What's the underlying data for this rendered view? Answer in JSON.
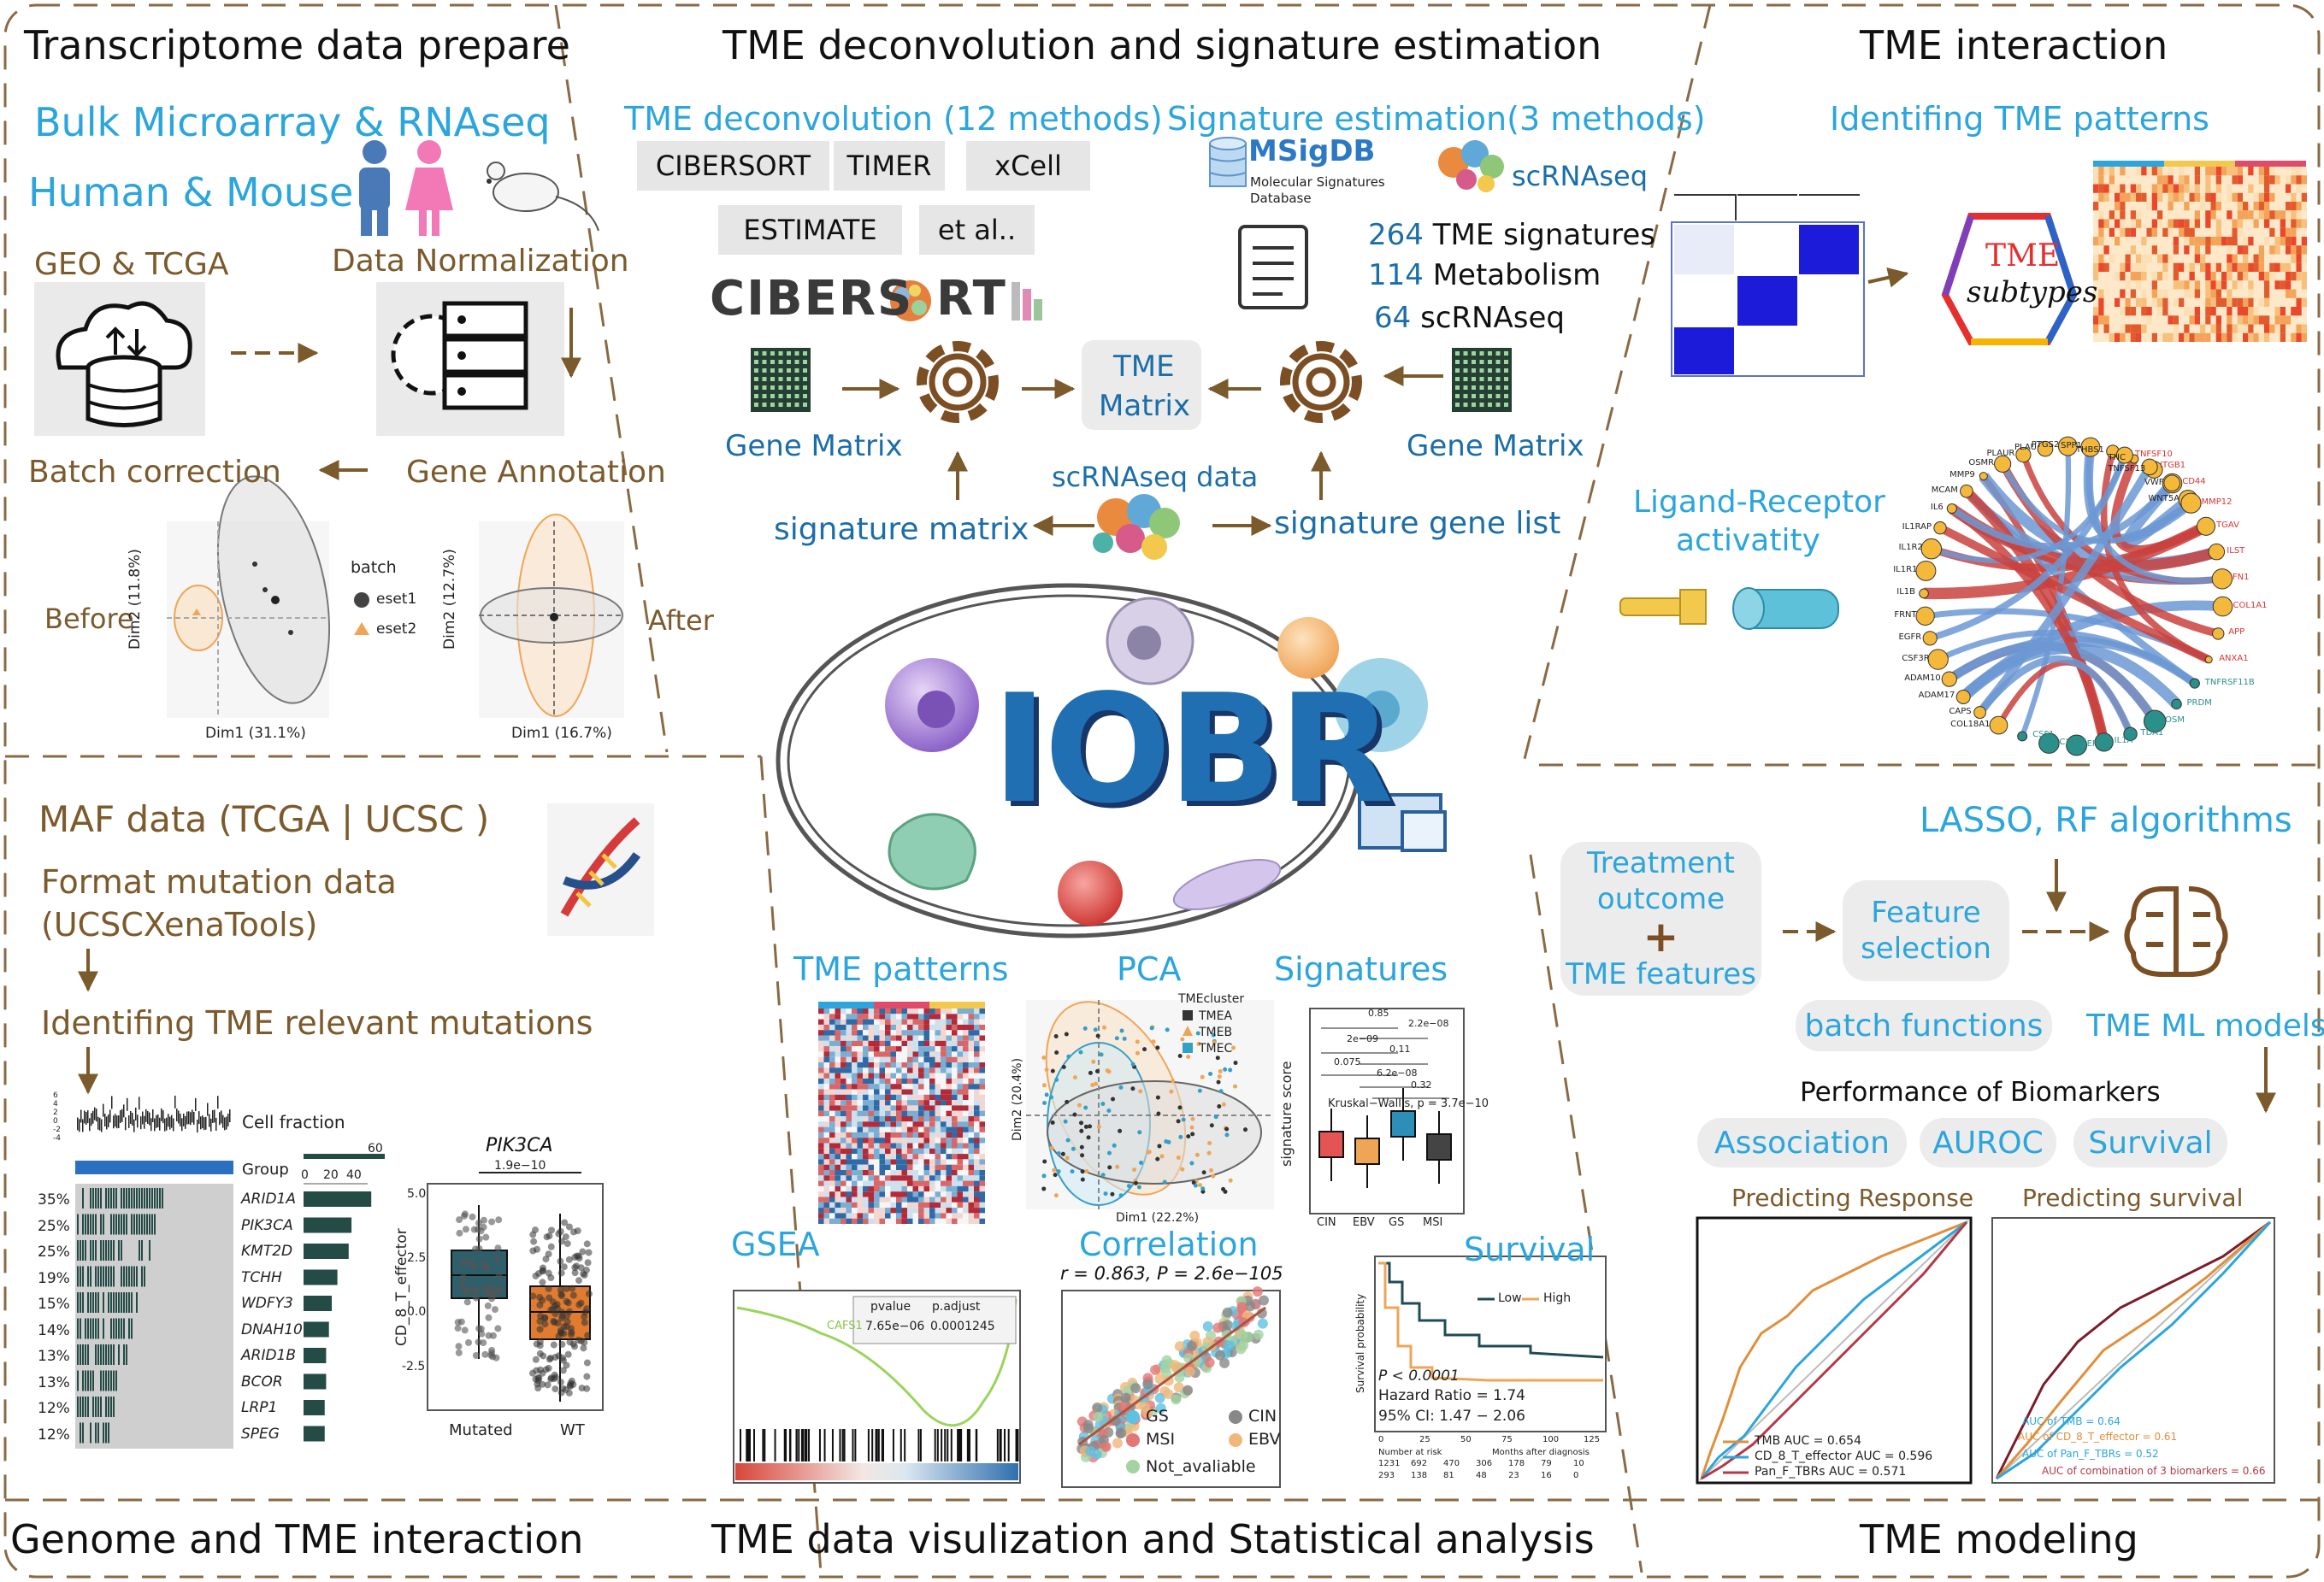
{
  "sections": {
    "transcriptome": "Transcriptome data prepare",
    "deconvolution": "TME deconvolution and signature estimation",
    "interaction": "TME interaction",
    "genome": "Genome and TME interaction",
    "visualization": "TME data visulization and Statistical analysis",
    "modeling": "TME modeling"
  },
  "transcriptome": {
    "bulk": "Bulk Microarray & RNAseq",
    "species": "Human & Mouse",
    "geo": "GEO & TCGA",
    "normalization": "Data Normalization",
    "batch": "Batch correction",
    "annotation": "Gene Annotation",
    "before": "Before",
    "after": "After",
    "pca_before": {
      "xlab": "Dim1 (31.1%)",
      "ylab": "Dim2 (11.8%)"
    },
    "pca_after": {
      "xlab": "Dim1 (16.7%)",
      "ylab": "Dim2 (12.7%)"
    },
    "legend": {
      "title": "batch",
      "items": [
        "eset1",
        "eset2"
      ]
    }
  },
  "deconvolution": {
    "methods_title": "TME deconvolution (12 methods)",
    "methods": [
      "CIBERSORT",
      "TIMER",
      "xCell",
      "ESTIMATE",
      "et al.."
    ],
    "cibersort_logo": "CIBERS",
    "cibersort_logo2": "RT",
    "sig_title": "Signature estimation(3 methods)",
    "msigdb": "MSigDB",
    "msigdb_sub1": "Molecular Signatures",
    "msigdb_sub2": "Database",
    "scrnaseq": "scRNAseq",
    "counts": [
      {
        "n": "264",
        "label": "TME signatures"
      },
      {
        "n": "114",
        "label": "Metabolism"
      },
      {
        "n": "64",
        "label": "scRNAseq"
      }
    ],
    "gene_matrix": "Gene Matrix",
    "tme_matrix_1": "TME",
    "tme_matrix_2": "Matrix",
    "scrnaseq_data": "scRNAseq data",
    "signature_matrix": "signature matrix",
    "signature_gene_list": "signature gene list"
  },
  "interaction": {
    "patterns": "Identifing TME patterns",
    "tme_subtypes_1": "TME",
    "tme_subtypes_2": "subtypes",
    "ligand_1": "Ligand-Receptor",
    "ligand_2": "activatity",
    "left_genes": [
      "COL18A1",
      "CAPS",
      "ADAM17",
      "ADAM10",
      "CSF3R",
      "EGFR",
      "FRNT",
      "IL1B",
      "IL1R1",
      "IL1R2",
      "IL1RAP",
      "IL6",
      "MCAM",
      "MMP9",
      "OSMR",
      "PLAUR",
      "PLAU",
      "PTGS2",
      "SPP1",
      "THBS1",
      "TNC",
      "TNFSF13",
      "VWF",
      "WNT5A"
    ],
    "right_genes": [
      "TNFSF10",
      "ITGB1",
      "CD44",
      "MMP12",
      "TGAV",
      "ILST",
      "FN1",
      "COL1A1",
      "APP",
      "ANXA1",
      "TNFRSF11B",
      "PRDM",
      "OSM",
      "TDA1",
      "IL1A",
      "EREG",
      "CXCR1",
      "CSF1"
    ]
  },
  "center": {
    "logo": "IOBR"
  },
  "genome": {
    "maf": "MAF data (TCGA | UCSC )",
    "format_1": "Format mutation data",
    "format_2": "(UCSCXenaTools)",
    "identify": "Identifing TME relevant mutations",
    "cell_fraction": "Cell fraction",
    "group": "Group",
    "top_axis": [
      "60"
    ],
    "bar_axis": [
      "0",
      "20",
      "40"
    ],
    "yaxis": [
      "6",
      "4",
      "2",
      "0",
      "-2",
      "-4"
    ],
    "genes": [
      "ARID1A",
      "PIK3CA",
      "KMT2D",
      "TCHH",
      "WDFY3",
      "DNAH10",
      "ARID1B",
      "BCOR",
      "LRP1",
      "SPEG"
    ],
    "pcts": [
      "35%",
      "25%",
      "25%",
      "19%",
      "15%",
      "14%",
      "13%",
      "13%",
      "12%",
      "12%"
    ],
    "bars": [
      48,
      34,
      32,
      24,
      20,
      18,
      16,
      16,
      15,
      15
    ],
    "box_title": "PIK3CA",
    "box_p": "1.9e−10",
    "box_ylab": "CD_8_T_effector",
    "box_x": [
      "Mutated",
      "WT"
    ],
    "box_y": [
      "5.0",
      "2.5",
      "0.0",
      "-2.5"
    ]
  },
  "visualization": {
    "labels": {
      "patterns": "TME patterns",
      "pca": "PCA",
      "signatures": "Signatures",
      "gsea": "GSEA",
      "correlation": "Correlation",
      "survival": "Survival"
    },
    "pca": {
      "legend_title": "TMEcluster",
      "legend": [
        "TMEA",
        "TMEB",
        "TMEC"
      ],
      "xlab": "Dim1 (22.2%)",
      "ylab": "Dim2 (20.4%)"
    },
    "sig": {
      "ylab": "signature score",
      "x": [
        "CIN",
        "EBV",
        "GS",
        "MSI"
      ],
      "kw": "Kruskal−Wallis, p = 3.7e−10",
      "pvals": [
        "0.85",
        "2.2e−08",
        "2e−09",
        "0.11",
        "0.075",
        "6.2e−08",
        "0.32"
      ]
    },
    "gsea": {
      "gene": "CAFS1",
      "headers": [
        "pvalue",
        "p.adjust"
      ],
      "values": [
        "7.65e−06",
        "0.0001245"
      ]
    },
    "corr": {
      "stat": "r = 0.863,  P = 2.6e−105",
      "legend": [
        "GS",
        "CIN",
        "MSI",
        "EBV",
        "Not_avaliable"
      ]
    },
    "surv": {
      "legend": [
        "Low",
        "High"
      ],
      "ylab": "Survival probability",
      "p": "P < 0.0001",
      "hr": "Hazard Ratio = 1.74",
      "ci": "95% CI: 1.47 − 2.06",
      "xticks": [
        "0",
        "25",
        "50",
        "75",
        "100",
        "125"
      ],
      "risk_label": "Number at risk",
      "xlab": "Months after diagnosis",
      "risk1": [
        "1231",
        "692",
        "470",
        "306",
        "178",
        "79",
        "10"
      ],
      "risk2": [
        "293",
        "138",
        "81",
        "48",
        "23",
        "16",
        "0"
      ]
    }
  },
  "modeling": {
    "lasso": "LASSO, RF algorithms",
    "treatment_1": "Treatment",
    "treatment_2": "outcome",
    "plus": "+",
    "tme_features": "TME features",
    "feature_1": "Feature",
    "feature_2": "selection",
    "batch_functions": "batch functions",
    "ml_models": "TME ML models",
    "performance": "Performance of Biomarkers",
    "pills": [
      "Association",
      "AUROC",
      "Survival"
    ],
    "pred_response": "Predicting Response",
    "pred_survival": "Predicting survival",
    "roc1_legend": [
      "TMB  AUC = 0.654",
      "CD_8_T_effector  AUC = 0.596",
      "Pan_F_TBRs  AUC = 0.571"
    ],
    "roc2_legend": [
      "AUC of  TMB = 0.64",
      "AUC of CD_8_T_effector = 0.61",
      "AUC of  Pan_F_TBRs = 0.52",
      "AUC of  combination of 3 biomarkers = 0.66"
    ]
  },
  "colors": {
    "blue": "#2ba5dc",
    "brown": "#7b5a2c",
    "dark_blue": "#1b6ea8",
    "logo": "#1f6fb2",
    "dashed_border": "#8a6a44"
  }
}
